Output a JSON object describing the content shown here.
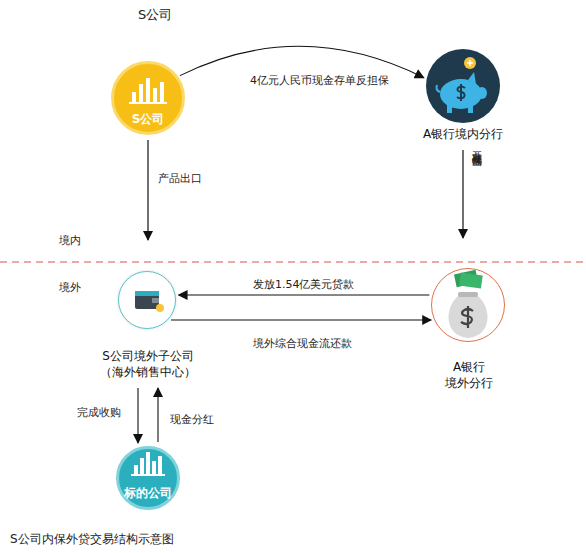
{
  "diagram": {
    "title": "S公司",
    "caption": "S公司内保外贷交易结构示意图",
    "nodes": [
      {
        "text": [
          "S公司"
        ]
      },
      {
        "text": [
          "A银行境内分行"
        ]
      },
      {
        "text": [
          "S公司境外子公司 （海外销售中心）"
        ]
      },
      {
        "text": [
          "A银行 境外分行"
        ]
      },
      {
        "text": [
          "标的公司"
        ]
      }
    ],
    "edges": [
      {
        "from": 0,
        "to": 1,
        "label": "4亿元人民币现金存单反担保",
        "arrow": "to"
      },
      {
        "from": 3,
        "to": 2,
        "label": "发放1.54亿美元贷款",
        "arrow": "to"
      },
      {
        "from": 2,
        "to": 3,
        "label": "境外综合现金流还款",
        "arrow": "to"
      },
      {
        "from": 2,
        "to": 4,
        "label": "完成收购",
        "arrow": "to"
      },
      {
        "from": 4,
        "to": 2,
        "label": "现金分红",
        "arrow": "to"
      }
    ],
    "labels": [
      "境内",
      "境外",
      "产品出口",
      "开立融资性保函"
    ]
  }
}
